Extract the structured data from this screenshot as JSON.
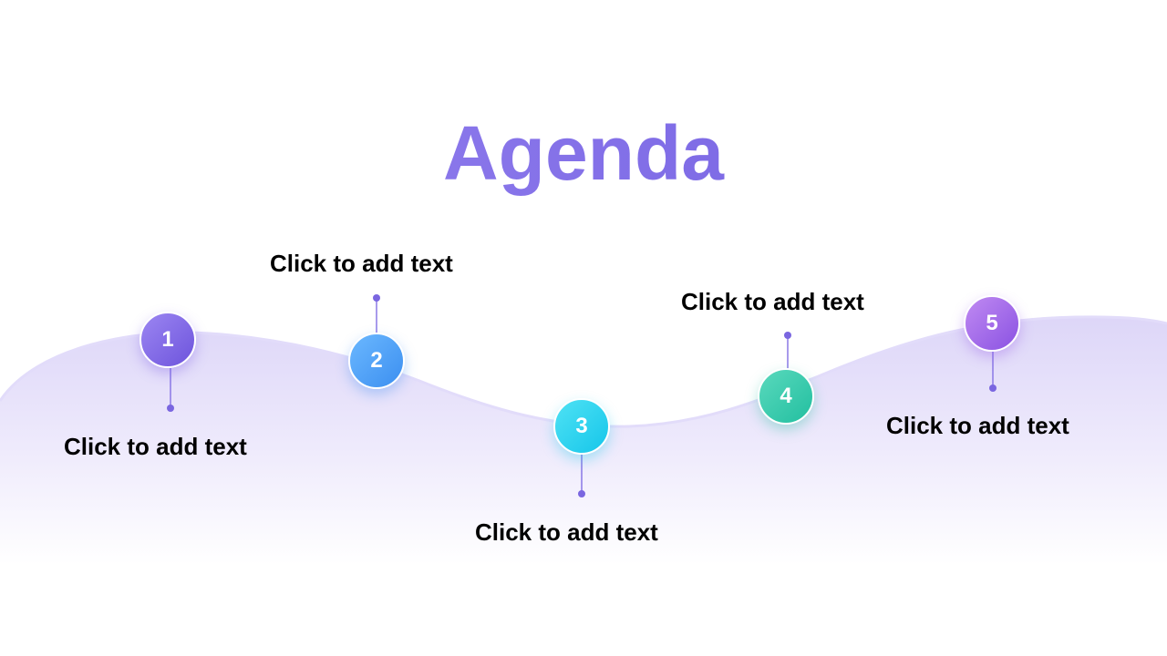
{
  "slide": {
    "title": "Agenda",
    "items": [
      {
        "number": "1",
        "text": "Click to add text",
        "color": "#7c63e4"
      },
      {
        "number": "2",
        "text": "Click to add text",
        "color": "#4a9ef4"
      },
      {
        "number": "3",
        "text": "Click to add text",
        "color": "#27cdee"
      },
      {
        "number": "4",
        "text": "Click to add text",
        "color": "#33c8a8"
      },
      {
        "number": "5",
        "text": "Click to add text",
        "color": "#9d62e8"
      }
    ]
  },
  "colors": {
    "title": "#8470e8",
    "wave": "#e4defa",
    "connector": "#7a66e0"
  }
}
